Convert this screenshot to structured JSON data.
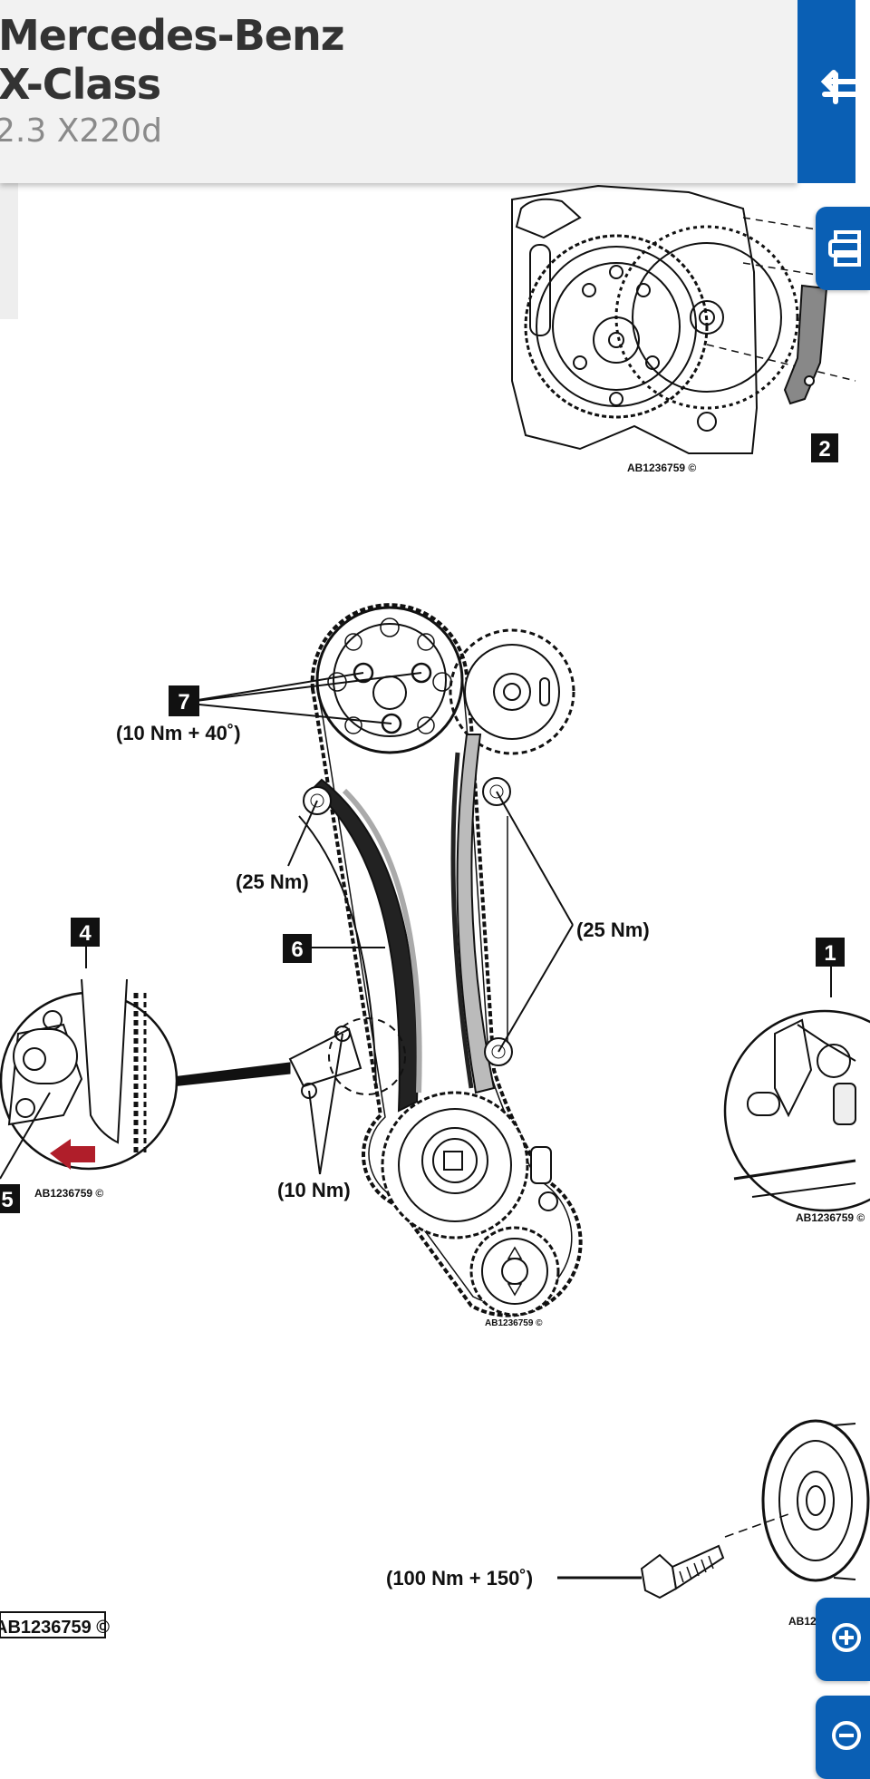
{
  "header": {
    "make": "Mercedes-Benz",
    "model": "X-Class",
    "engine": "2.3 X220d"
  },
  "figure": {
    "ref": "AB1236759 ©",
    "callouts": {
      "c1": "1",
      "c2": "2",
      "c4": "4",
      "c5": "5",
      "c6": "6",
      "c7": "7"
    },
    "torques": {
      "camshaft_bolts": "(10 Nm + 40˚)",
      "guide_left": "(25 Nm)",
      "guide_right": "(25 Nm)",
      "tensioner": "(10 Nm)",
      "pulley": "(100 Nm + 150˚)"
    }
  },
  "icons": {
    "header_action": "swap-arrow-icon",
    "print": "print-icon",
    "zoom_in": "zoom-in-icon",
    "zoom_out": "zoom-out-icon"
  },
  "colors": {
    "accent": "#0a5fb4",
    "header_bg": "#f2f2f2",
    "arrow_red": "#b01e2a"
  }
}
